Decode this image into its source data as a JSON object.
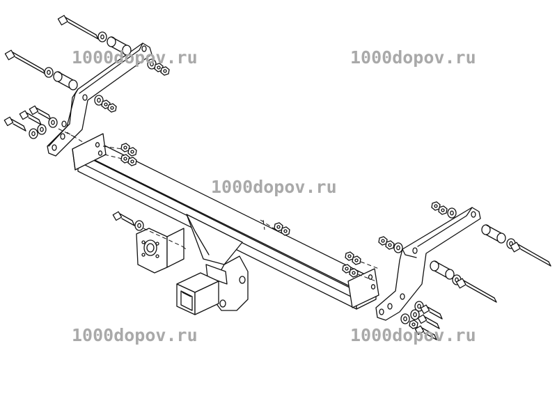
{
  "watermarks": [
    {
      "text": "1000dopov.ru"
    },
    {
      "text": "1000dopov.ru"
    },
    {
      "text": "1000dopov.ru"
    },
    {
      "text": "1000dopov.ru"
    },
    {
      "text": "1000dopov.ru"
    }
  ]
}
